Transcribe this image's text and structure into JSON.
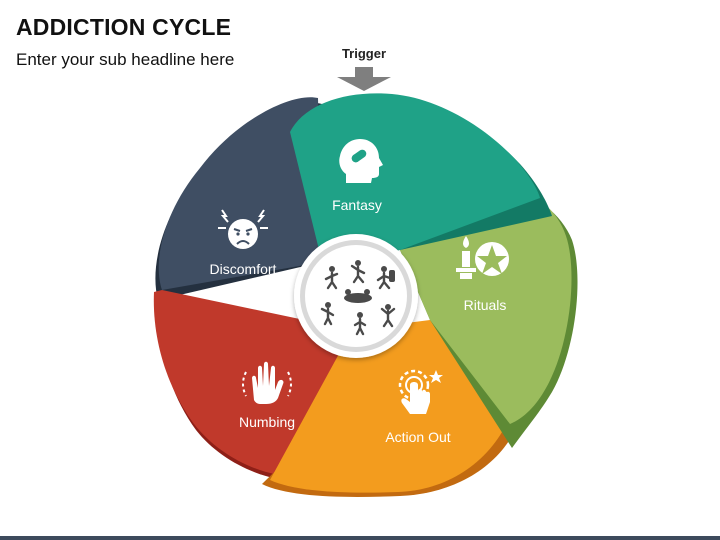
{
  "header": {
    "title": "ADDICTION CYCLE",
    "subtitle": "Enter your sub headline here"
  },
  "trigger": {
    "label": "Trigger"
  },
  "segments": [
    {
      "label": "Fantasy",
      "color": "#1fa287",
      "shade": "#137a65",
      "icon": "head-pill-icon"
    },
    {
      "label": "Rituals",
      "color": "#9bbc5d",
      "shade": "#5e8a35",
      "icon": "candle-pentagram-icon"
    },
    {
      "label": "Action Out",
      "color": "#f39c1e",
      "shade": "#c26a10",
      "icon": "hand-tap-icon"
    },
    {
      "label": "Numbing",
      "color": "#c0392b",
      "shade": "#8e1f17",
      "icon": "hand-tremor-icon"
    },
    {
      "label": "Discomfort",
      "color": "#3f4e63",
      "shade": "#24303f",
      "icon": "angry-face-icon"
    }
  ],
  "center": {
    "icon": "people-group-icon"
  },
  "colors": {
    "accent_bar": "#3d4a5c",
    "center_circle": "#d9d9d9"
  }
}
